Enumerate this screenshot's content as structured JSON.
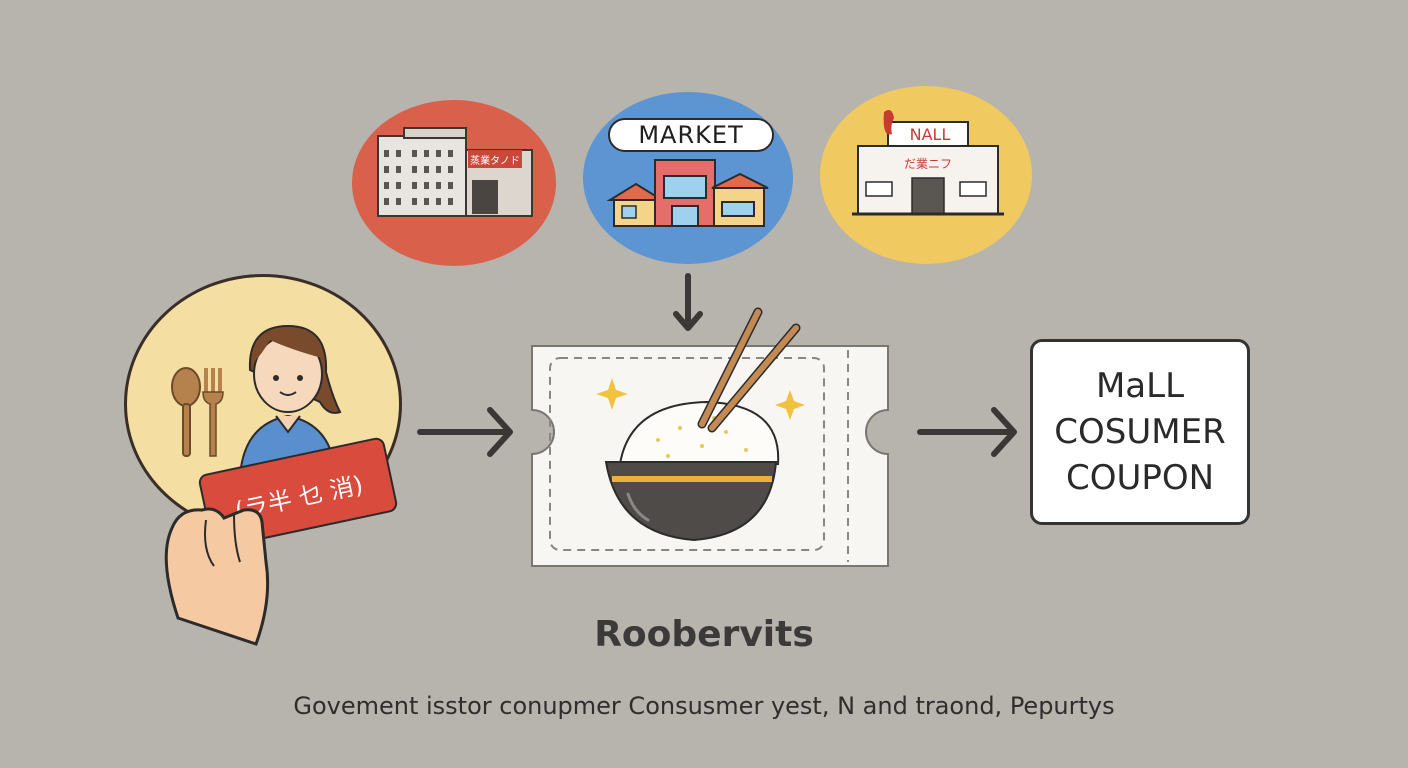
{
  "market_label": "MARKET",
  "mall_sign": "NALL",
  "storefront_sign": "蒸業タノド",
  "mall_sub_sign": "だ業ニフ",
  "coupon_card_text": "(ラ半 乜 消)",
  "result_box": {
    "line1": "MaLL",
    "line2": "COSUMER",
    "line3": "COUPON"
  },
  "caption_title": "Roobervits",
  "caption_subtitle": "Govement isstor conupmer Consusmer yest, N and traond, Pepurtys",
  "colors": {
    "background": "#b7b3ad",
    "store_circle": "#d9604a",
    "market_circle": "#5c95d2",
    "mall_circle": "#f0c961",
    "person_circle": "#f4dea2",
    "coupon_card": "#d94b3c"
  },
  "icons": [
    "office-building-icon",
    "market-building-icon",
    "mall-building-icon",
    "fork-spoon-icon",
    "person-icon",
    "hand-icon",
    "rice-bowl-icon",
    "chopsticks-icon",
    "sparkle-icon",
    "arrow-icon"
  ]
}
